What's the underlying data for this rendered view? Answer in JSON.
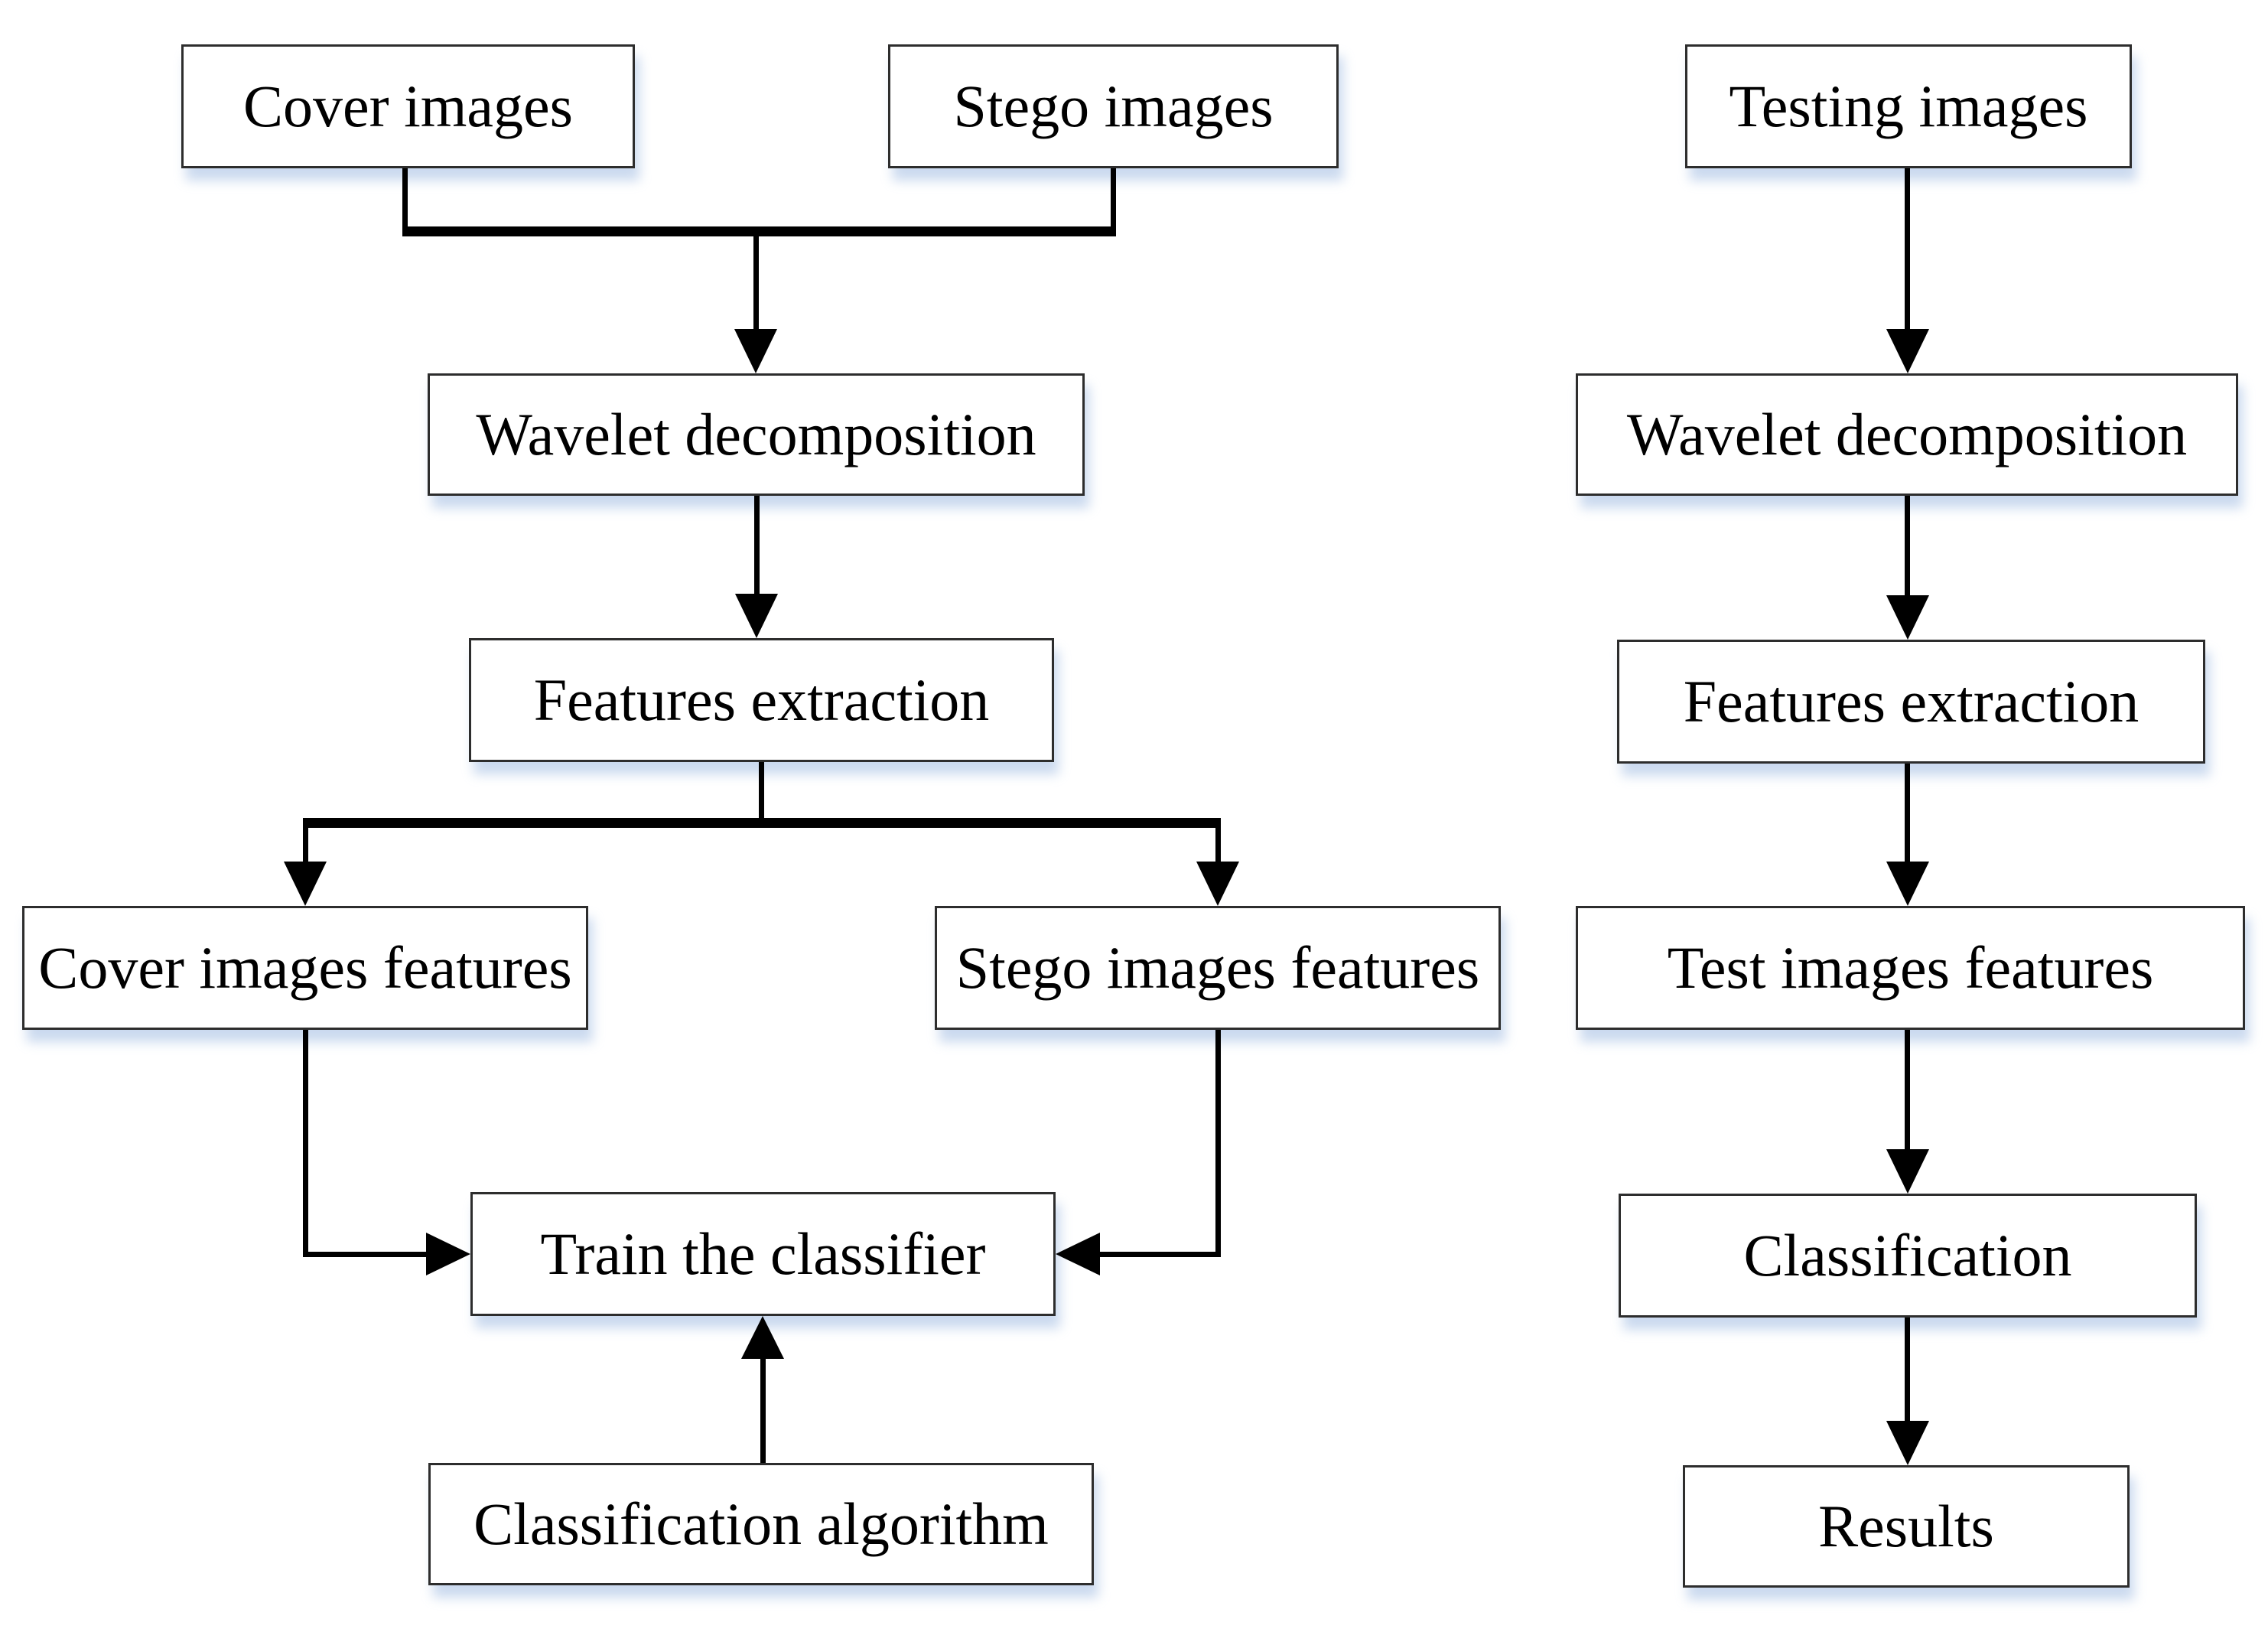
{
  "nodes": {
    "cover_images": "Cover images",
    "stego_images": "Stego images",
    "wavelet_decomposition_training": "Wavelet decomposition",
    "features_extraction_training": "Features extraction",
    "cover_images_features": "Cover images features",
    "stego_images_features": "Stego images features",
    "train_the_classifier": "Train the classifier",
    "classification_algorithm": "Classification algorithm",
    "testing_images": "Testing images",
    "wavelet_decomposition_testing": "Wavelet decomposition",
    "features_extraction_testing": "Features extraction",
    "test_images_features": "Test images features",
    "classification": "Classification",
    "results": "Results"
  },
  "edges": [
    {
      "from": "cover_images",
      "to": "wavelet_decomposition_training"
    },
    {
      "from": "stego_images",
      "to": "wavelet_decomposition_training"
    },
    {
      "from": "wavelet_decomposition_training",
      "to": "features_extraction_training"
    },
    {
      "from": "features_extraction_training",
      "to": "cover_images_features"
    },
    {
      "from": "features_extraction_training",
      "to": "stego_images_features"
    },
    {
      "from": "cover_images_features",
      "to": "train_the_classifier"
    },
    {
      "from": "stego_images_features",
      "to": "train_the_classifier"
    },
    {
      "from": "classification_algorithm",
      "to": "train_the_classifier"
    },
    {
      "from": "testing_images",
      "to": "wavelet_decomposition_testing"
    },
    {
      "from": "wavelet_decomposition_testing",
      "to": "features_extraction_testing"
    },
    {
      "from": "features_extraction_testing",
      "to": "test_images_features"
    },
    {
      "from": "test_images_features",
      "to": "classification"
    },
    {
      "from": "classification",
      "to": "results"
    }
  ],
  "colors": {
    "background": "#ffffff",
    "box_fill": "#ffffff",
    "box_border": "#2d2d2d",
    "connector": "#000000",
    "shadow": "#bacdea",
    "text": "#000000"
  }
}
